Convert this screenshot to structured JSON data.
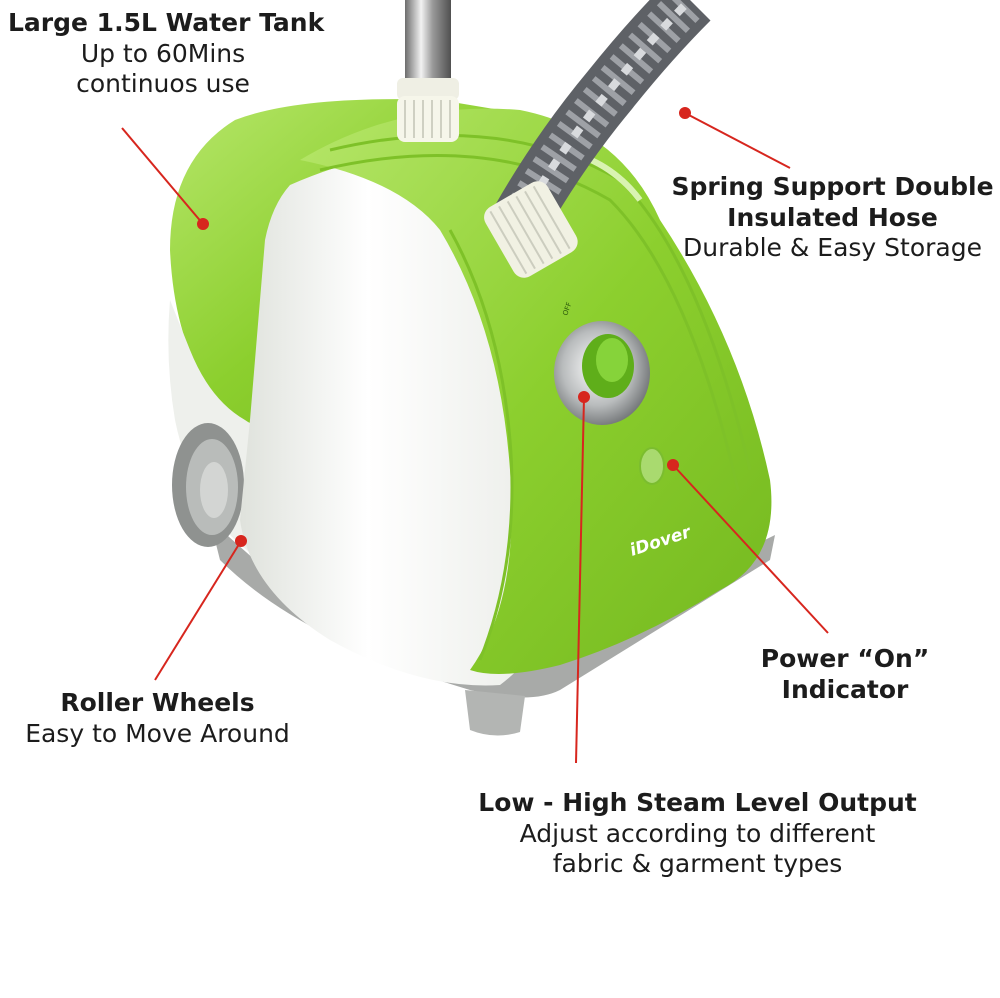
{
  "brand": "iDover",
  "dial_marking": "OFF",
  "colors": {
    "accent_green": "#8ccf2e",
    "body_white": "#f4f5f2",
    "base_grey": "#a8aaa8",
    "pointer_red": "#d7261e",
    "text": "#1c1c1c"
  },
  "callouts": {
    "water_tank": {
      "title": "Large 1.5L Water Tank",
      "line1": "Up to 60Mins",
      "line2": "continuos use"
    },
    "hose": {
      "title1": "Spring Support Double",
      "title2": "Insulated Hose",
      "sub": "Durable & Easy Storage"
    },
    "wheels": {
      "title": "Roller Wheels",
      "sub": "Easy to Move Around"
    },
    "power": {
      "title1": "Power “On”",
      "title2": "Indicator"
    },
    "steam": {
      "title": "Low - High Steam Level Output",
      "line1": "Adjust according to different",
      "line2": "fabric & garment types"
    }
  }
}
